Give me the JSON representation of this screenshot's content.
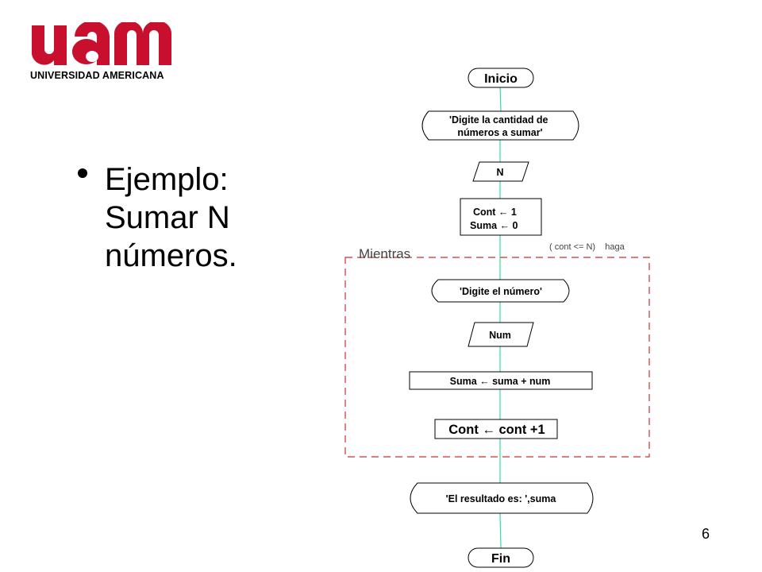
{
  "logo": {
    "mark": "uam",
    "subtitle": "UNIVERSIDAD AMERICANA",
    "color": "#c8102e"
  },
  "slide": {
    "bullet": "Ejemplo: Sumar N números.",
    "page_number": "6"
  },
  "flowchart": {
    "start": "Inicio",
    "prompt_count": "'Digite la cantidad de números a sumar'",
    "read_n": "N",
    "init_cont": "Cont ← 1",
    "init_suma": "Suma ← 0",
    "loop_label": "Mientras",
    "loop_condition": "( cont <= N)    haga",
    "prompt_number": "'Digite el número'",
    "read_num": "Num",
    "accumulate": "Suma ← suma + num",
    "increment": "Cont ← cont +1",
    "result": "'El resultado es: ',suma",
    "end": "Fin",
    "colors": {
      "connector": "#33dd99",
      "loop_border": "#c83232",
      "shape_fill": "#ffffff",
      "shape_stroke": "#000000"
    }
  }
}
